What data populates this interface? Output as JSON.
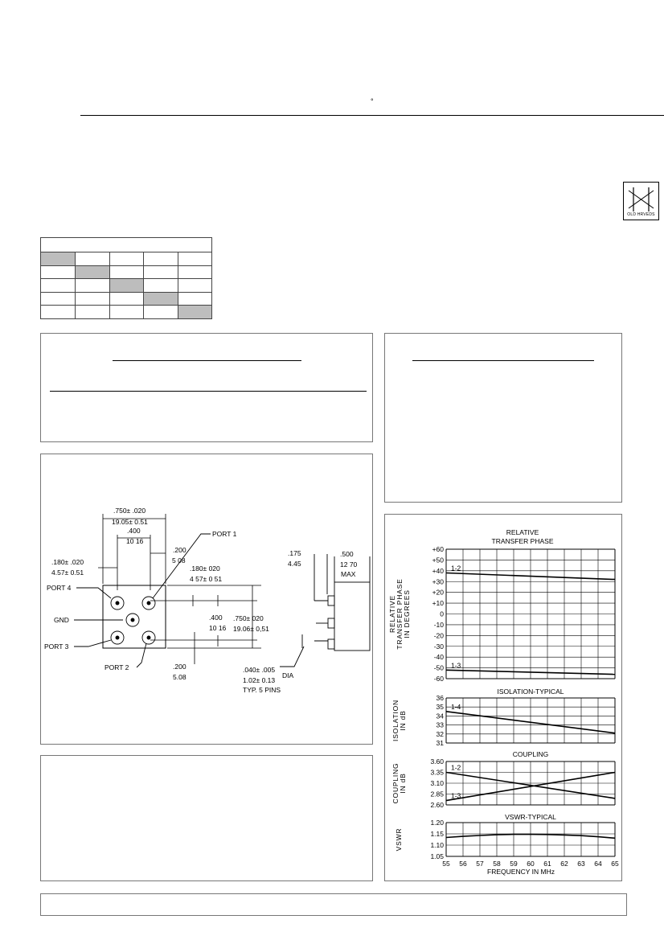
{
  "header": {
    "degree_mark": "°",
    "logo_text": "OLD HRVEDS"
  },
  "port_table": {
    "rows": 5,
    "cols": 5,
    "shaded_cells": [
      [
        0,
        0
      ],
      [
        1,
        1
      ],
      [
        2,
        2
      ],
      [
        3,
        3
      ],
      [
        4,
        4
      ]
    ],
    "shade_color": "#bdbdbd"
  },
  "outline": {
    "overall_width_in": ".750± .020",
    "overall_width_mm": "19.05± 0.51",
    "pin_spacing_in": ".400",
    "pin_spacing_mm": "10 16",
    "port1_offset_in": ".200",
    "port1_offset_mm": "5 08",
    "left_offset_in": ".180± .020",
    "left_offset_mm": "4.57± 0.51",
    "top_offset_in": ".180± 020",
    "top_offset_mm": "4 57± 0 51",
    "vert_spacing_in": ".400",
    "vert_spacing_mm": "10 16",
    "overall_height_in": ".750± 020",
    "overall_height_mm": "19.06± 0,51",
    "bottom_offset_in": ".200",
    "bottom_offset_mm": "5.08",
    "side_pin_len_in": ".175",
    "side_pin_len_mm": "4.45",
    "side_height_in": ".500",
    "side_height_mm": "12 70",
    "side_height_note": "MAX",
    "pin_dia_in": ".040± .005",
    "pin_dia_mm": "1.02± 0.13",
    "pin_dia_note": "DIA",
    "pin_count_note": "TYP. 5 PINS",
    "port_labels": {
      "port1": "PORT 1",
      "port2": "PORT 2",
      "port3": "PORT 3",
      "port4": "PORT 4",
      "gnd": "GND"
    }
  },
  "chart_data": [
    {
      "type": "line",
      "title": "RELATIVE TRANSFER PHASE",
      "title_line1": "RELATIVE",
      "title_line2": "TRANSFER PHASE",
      "ylabel": "RELATIVE TRANSFER PHASE IN DEGREES",
      "ylabel_lines": [
        "RELATIVE",
        "TRANSFER PHASE",
        "IN  DEGREES"
      ],
      "xlim": [
        55,
        65
      ],
      "ylim": [
        -60,
        60
      ],
      "yticks": [
        "+60",
        "+50",
        "+40",
        "+30",
        "+20",
        "+10",
        "0",
        "-10",
        "-20",
        "-30",
        "-40",
        "-50",
        "-60"
      ],
      "series": [
        {
          "name": "1-2",
          "x": [
            55,
            65
          ],
          "y": [
            38,
            32
          ]
        },
        {
          "name": "1-3",
          "x": [
            55,
            65
          ],
          "y": [
            -52,
            -56
          ]
        }
      ]
    },
    {
      "type": "line",
      "title": "ISOLATION-TYPICAL",
      "ylabel": "ISOLATION IN dB",
      "ylabel_lines": [
        "ISOLATION",
        "IN  dB"
      ],
      "xlim": [
        55,
        65
      ],
      "ylim": [
        31,
        36
      ],
      "yticks": [
        "36",
        "35",
        "34",
        "33",
        "32",
        "31"
      ],
      "series": [
        {
          "name": "1-4",
          "x": [
            55,
            65
          ],
          "y": [
            34.5,
            32.1
          ]
        }
      ]
    },
    {
      "type": "line",
      "title": "COUPLING",
      "ylabel": "COUPLING IN dB",
      "ylabel_lines": [
        "COUPLING",
        "IN  dB"
      ],
      "xlim": [
        55,
        65
      ],
      "ylim": [
        2.6,
        3.6
      ],
      "yticks": [
        "3.60",
        "3.35",
        "3.10",
        "2.85",
        "2.60"
      ],
      "series": [
        {
          "name": "1-2",
          "x": [
            55,
            65
          ],
          "y": [
            3.35,
            2.75
          ]
        },
        {
          "name": "1-3",
          "x": [
            55,
            65
          ],
          "y": [
            2.7,
            3.35
          ]
        }
      ]
    },
    {
      "type": "line",
      "title": "VSWR-TYPICAL",
      "ylabel": "VSWR",
      "ylabel_lines": [
        "VSWR"
      ],
      "xlim": [
        55,
        65
      ],
      "ylim": [
        1.05,
        1.2
      ],
      "yticks": [
        "1.20",
        "1.15",
        "1.10",
        "1.05"
      ],
      "xticks": [
        "55",
        "56",
        "57",
        "58",
        "59",
        "60",
        "61",
        "62",
        "63",
        "64",
        "65"
      ],
      "xlabel": "FREQUENCY IN MHz",
      "series": [
        {
          "x": [
            55,
            56,
            57,
            58,
            59,
            60,
            61,
            62,
            63,
            64,
            65
          ],
          "y": [
            1.134,
            1.139,
            1.143,
            1.146,
            1.148,
            1.148,
            1.147,
            1.145,
            1.142,
            1.137,
            1.131
          ]
        }
      ]
    }
  ]
}
